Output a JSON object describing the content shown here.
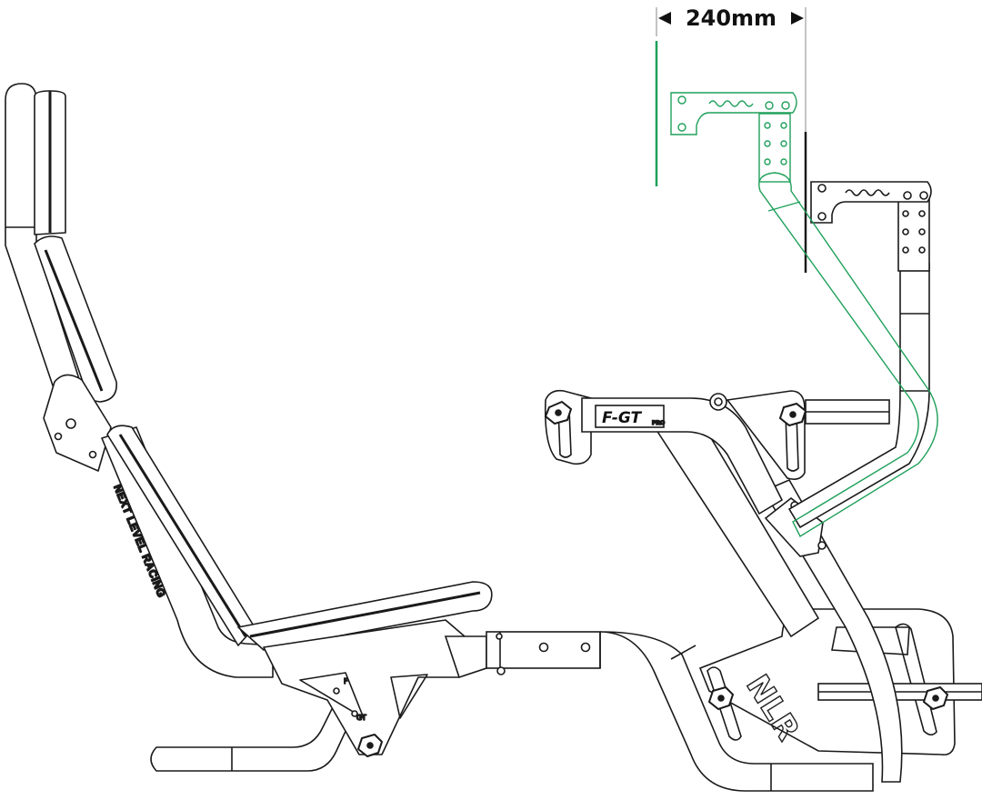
{
  "dimension": {
    "label": "240mm"
  },
  "branding": {
    "seat_brand": "NEXT LEVEL RACING",
    "model_badge": "F-GT",
    "model_badge_sub": "PRO",
    "base_logo": "NLR",
    "bracket_letter": "F",
    "bracket_text": "GT"
  },
  "colors": {
    "outline": "#1a1a1a",
    "adjusted_position": "#1fa05a",
    "background": "#ffffff"
  },
  "icons": [
    "arrow-left-icon",
    "arrow-right-icon",
    "adjustment-knob-icon",
    "bolt-icon"
  ]
}
